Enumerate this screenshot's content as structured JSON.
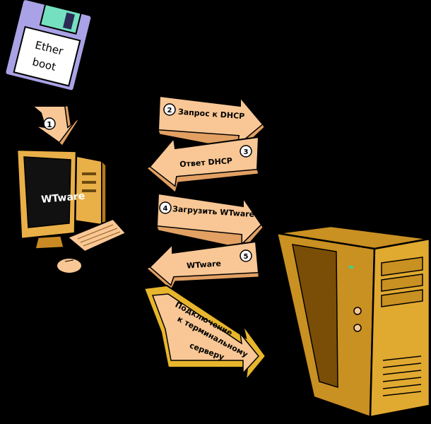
{
  "floppy": {
    "label_line1": "Ether",
    "label_line2": "boot"
  },
  "client": {
    "screen_text": "WTware"
  },
  "steps": [
    {
      "number": "1",
      "text": ""
    },
    {
      "number": "2",
      "text": "Запрос к DHCP"
    },
    {
      "number": "3",
      "text": "Ответ DHCP"
    },
    {
      "number": "4",
      "text": "Загрузить WTware"
    },
    {
      "number": "5",
      "text": "WTware"
    }
  ],
  "connect": {
    "line1": "Подключение",
    "line2": "к терминальному",
    "line3": "серверу"
  },
  "colors": {
    "arrow_fill": "#f9c795",
    "arrow_shade": "#e2a063",
    "arrow_yellow": "#e8b62c",
    "monitor_body": "#e9b048",
    "server_body": "#c99022",
    "server_dark": "#7a4e06",
    "floppy_body": "#a9a2e6",
    "floppy_shutter": "#74e0c0"
  }
}
